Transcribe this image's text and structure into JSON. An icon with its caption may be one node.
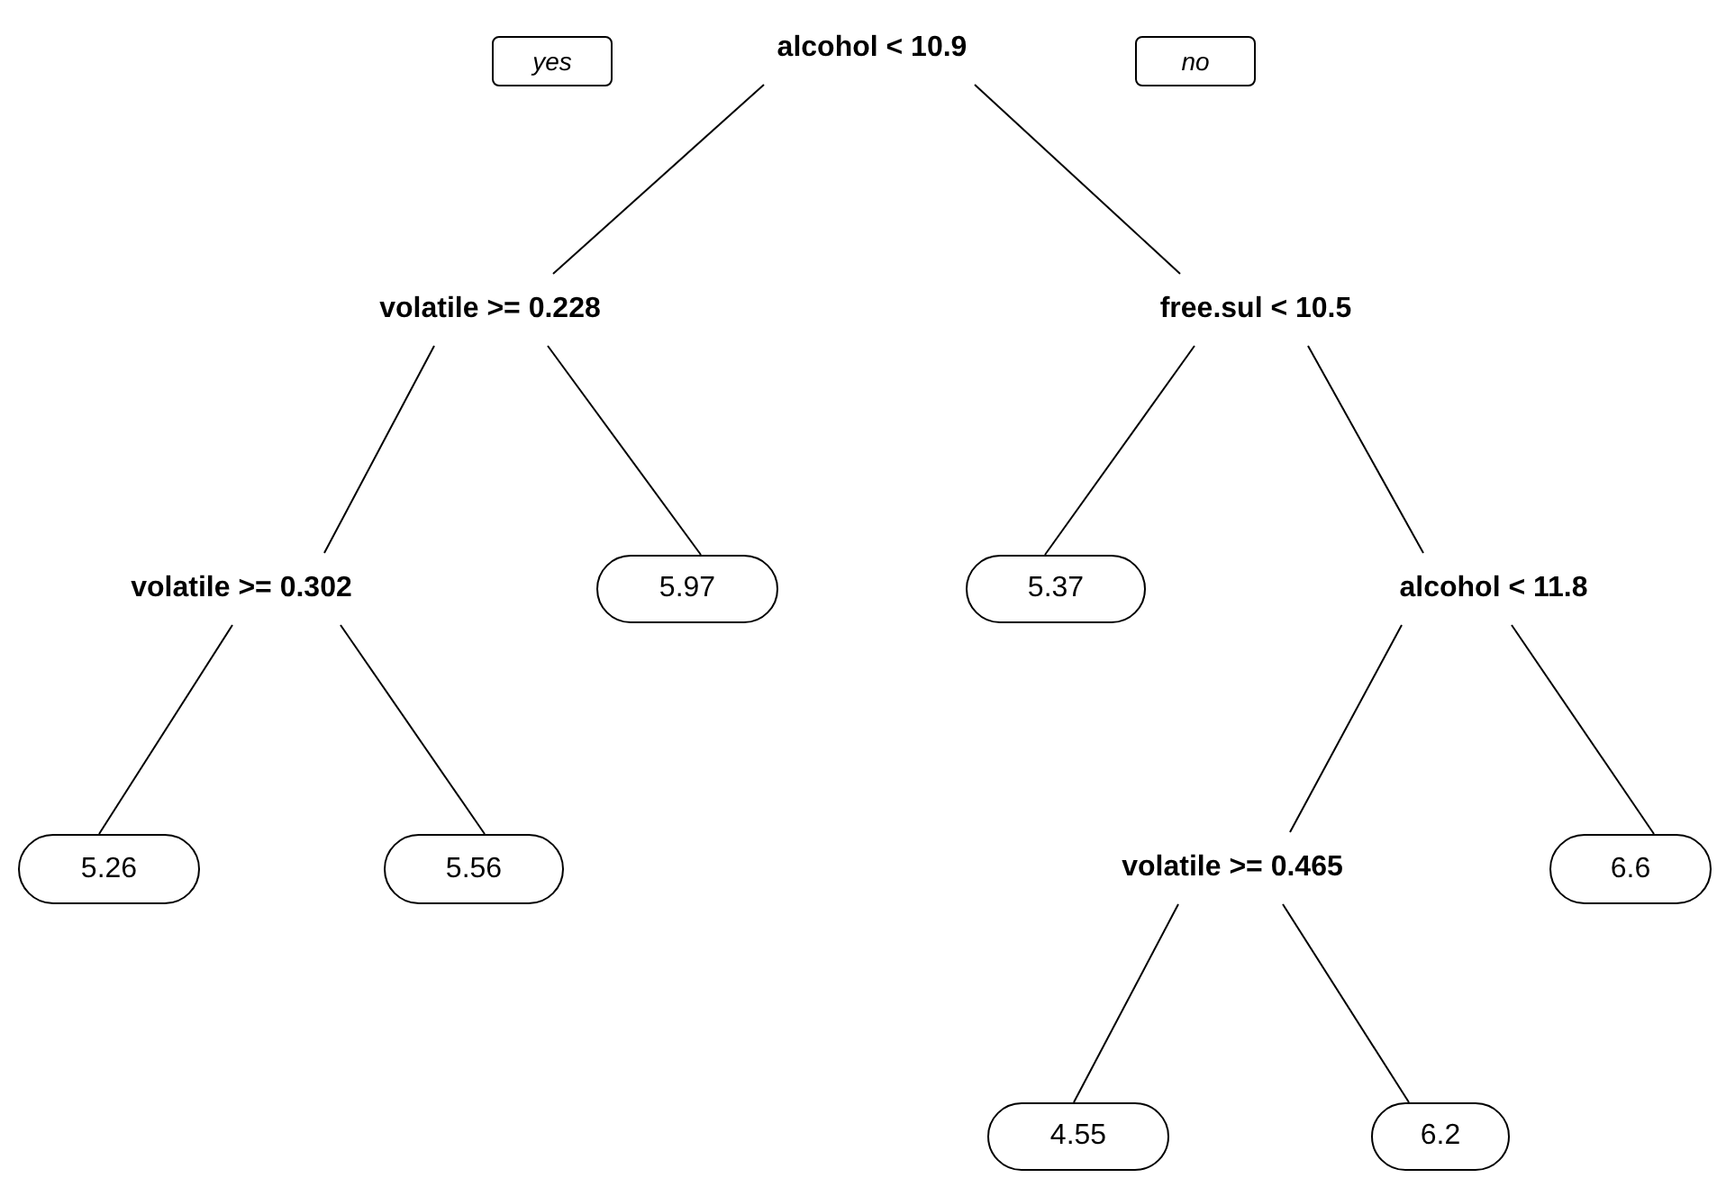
{
  "diagram": {
    "nodes": [
      {
        "text": [
          "yes"
        ]
      },
      {
        "text": [
          "alcohol < 10.9"
        ]
      },
      {
        "text": [
          "no"
        ]
      },
      {
        "text": [
          "volatile >= 0.228"
        ]
      },
      {
        "text": [
          "free.sul < 10.5"
        ]
      },
      {
        "text": [
          "volatile >= 0.302"
        ]
      },
      {
        "text": [
          "5.97"
        ]
      },
      {
        "text": [
          "5.37"
        ]
      },
      {
        "text": [
          "alcohol < 11.8"
        ]
      },
      {
        "text": [
          "5.26"
        ]
      },
      {
        "text": [
          "5.56"
        ]
      },
      {
        "text": [
          "volatile >= 0.465"
        ]
      },
      {
        "text": [
          "6.6"
        ]
      },
      {
        "text": [
          "4.55"
        ]
      },
      {
        "text": [
          "6.2"
        ]
      }
    ],
    "edges": [
      {
        "from": 1,
        "to": 3,
        "arrow": "none"
      },
      {
        "from": 1,
        "to": 4,
        "arrow": "none"
      },
      {
        "from": 3,
        "to": 5,
        "arrow": "none"
      },
      {
        "from": 3,
        "to": 6,
        "arrow": "none"
      },
      {
        "from": 4,
        "to": 7,
        "arrow": "none"
      },
      {
        "from": 4,
        "to": 8,
        "arrow": "none"
      },
      {
        "from": 5,
        "to": 9,
        "arrow": "none"
      },
      {
        "from": 5,
        "to": 10,
        "arrow": "none"
      },
      {
        "from": 8,
        "to": 11,
        "arrow": "none"
      },
      {
        "from": 8,
        "to": 12,
        "arrow": "none"
      },
      {
        "from": 11,
        "to": 13,
        "arrow": "none"
      },
      {
        "from": 11,
        "to": 14,
        "arrow": "none"
      }
    ]
  }
}
